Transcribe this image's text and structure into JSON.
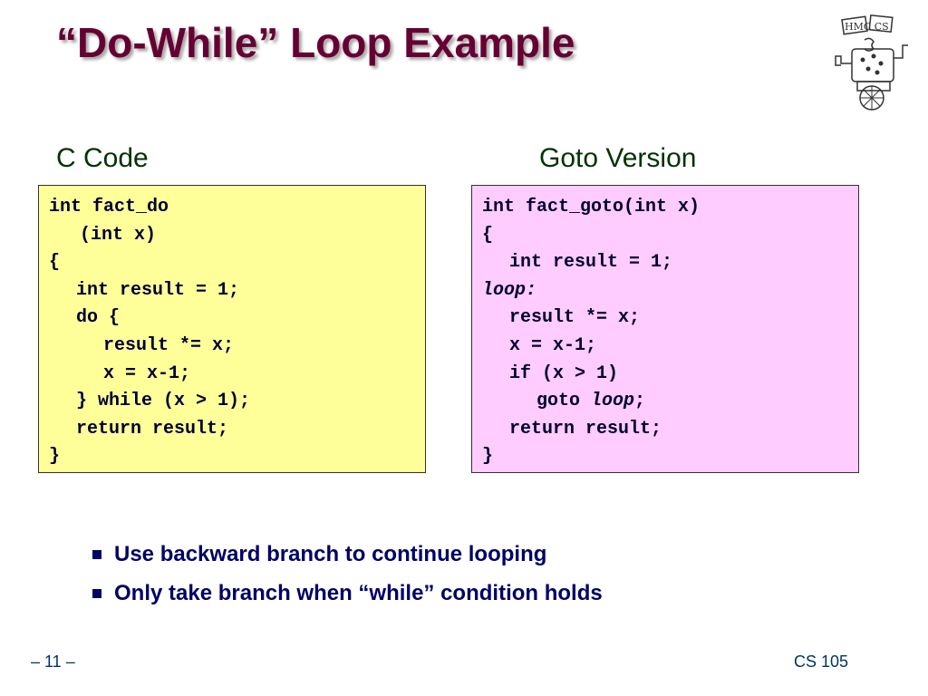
{
  "slide": {
    "title": "“Do-While” Loop Example",
    "logo_text": "HMC CS"
  },
  "left": {
    "heading": "C Code",
    "bg_color": "#ffff99",
    "lines": [
      {
        "indent": 0,
        "text": "int fact_do"
      },
      {
        "indent": 1,
        "text": "(int x)",
        "extra_space": true
      },
      {
        "indent": 0,
        "text": "{"
      },
      {
        "indent": 1,
        "text": "int result = 1;"
      },
      {
        "indent": 1,
        "text": "do {"
      },
      {
        "indent": 2,
        "text": "result *= x;"
      },
      {
        "indent": 2,
        "text": "x = x-1;"
      },
      {
        "indent": 1,
        "text": "} while (x > 1);"
      },
      {
        "indent": 1,
        "text": "return result;"
      },
      {
        "indent": 0,
        "text": "}"
      }
    ]
  },
  "right": {
    "heading": "Goto Version",
    "bg_color": "#ffccff",
    "lines": [
      {
        "indent": 0,
        "text": "int fact_goto(int x)"
      },
      {
        "indent": 0,
        "text": "{"
      },
      {
        "indent": 1,
        "text": "int result = 1;"
      },
      {
        "indent": 0,
        "text": "",
        "italic": "loop:"
      },
      {
        "indent": 1,
        "text": "result *= x;"
      },
      {
        "indent": 1,
        "text": "x = x-1;"
      },
      {
        "indent": 1,
        "text": "if (x > 1)"
      },
      {
        "indent": 2,
        "text": "goto ",
        "italic": "loop",
        "suffix": ";"
      },
      {
        "indent": 1,
        "text": "return result;"
      },
      {
        "indent": 0,
        "text": "}"
      }
    ]
  },
  "bullets": [
    "Use backward branch to continue looping",
    "Only take branch when “while” condition holds"
  ],
  "footer": {
    "page": "– 11 –",
    "course": "CS 105"
  }
}
